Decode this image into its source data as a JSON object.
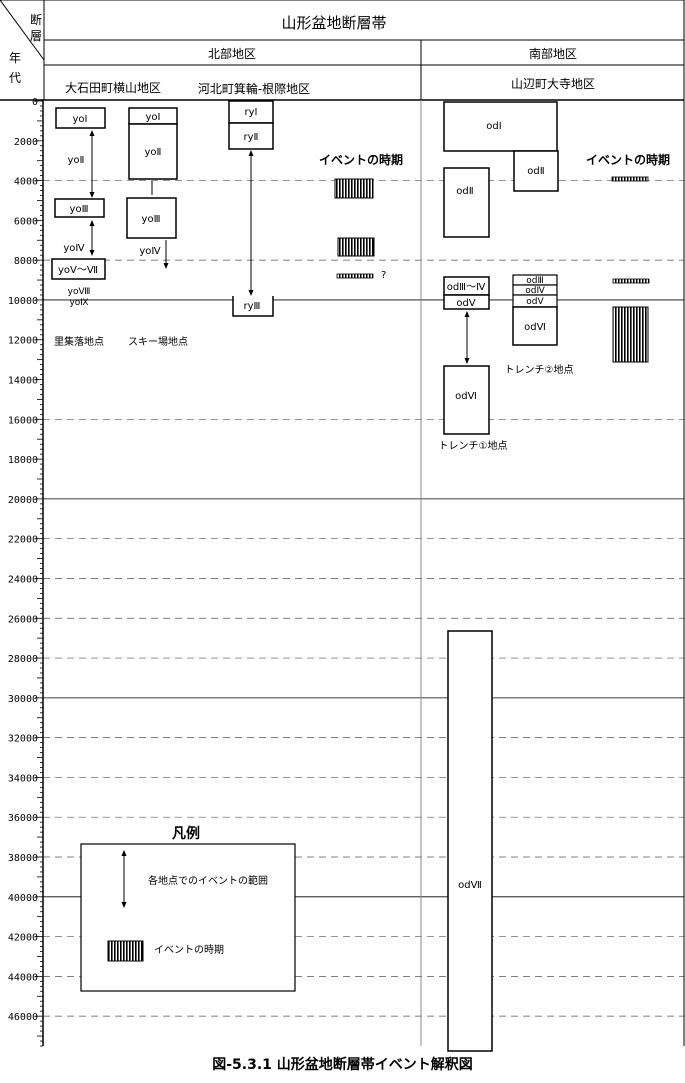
{
  "header": {
    "corner_top": "断層",
    "corner_bottom": "年代",
    "title": "山形盆地断層帯",
    "north_region": "北部地区",
    "south_region": "南部地区",
    "north_sub1": "大石田町横山地区",
    "north_sub2": "河北町箕輪-根際地区",
    "south_sub": "山辺町大寺地区"
  },
  "axis": {
    "min": 0,
    "max": 47500,
    "ticks": [
      0,
      2000,
      4000,
      6000,
      8000,
      10000,
      12000,
      14000,
      16000,
      18000,
      20000,
      22000,
      24000,
      26000,
      28000,
      30000,
      32000,
      34000,
      36000,
      38000,
      40000,
      42000,
      44000,
      46000
    ],
    "tick_labels": [
      "0",
      "2000",
      "4000",
      "6000",
      "8000",
      "10000",
      "12000",
      "14000",
      "16000",
      "18000",
      "20000",
      "22000",
      "24000",
      "26000",
      "28000",
      "30000",
      "32000",
      "34000",
      "36000",
      "38000",
      "40000",
      "42000",
      "44000",
      "46000"
    ],
    "solid_lines": [
      10000,
      20000,
      30000,
      40000
    ],
    "dashed_lines": [
      4000,
      8000,
      16000,
      22000,
      24000,
      26000,
      28000,
      32000,
      34000,
      36000,
      38000,
      42000,
      44000,
      46000
    ]
  },
  "labels": {
    "event_period_north": "イベントの時期",
    "event_period_south": "イベントの時期",
    "question": "?",
    "site_village": "里集落地点",
    "site_ski": "スキー場地点",
    "site_trench2": "トレンチ②地点",
    "site_trench1": "トレンチ①地点"
  },
  "units": {
    "yo1": "yoⅠ",
    "yo2": "yoⅡ",
    "yo3": "yoⅢ",
    "yo4": "yoⅣ",
    "yo5_7": "yoⅤ～Ⅶ",
    "yo8": "yoⅧ",
    "yo9": "yoⅨ",
    "syo1": "yoⅠ",
    "syo2": "yoⅡ",
    "syo3": "yoⅢ",
    "syo4": "yoⅣ",
    "ry1": "ryⅠ",
    "ry2": "ryⅡ",
    "ry3": "ryⅢ",
    "od1": "odⅠ",
    "od2": "odⅡ",
    "od2b": "odⅡ",
    "od3_4": "odⅢ～Ⅳ",
    "od5": "odⅤ",
    "od6": "odⅥ",
    "tod3": "odⅢ",
    "tod4": "odⅣ",
    "tod5": "odⅤ",
    "tod6": "odⅥ",
    "od7": "odⅦ"
  },
  "legend": {
    "title": "凡例",
    "range_label": "各地点でのイベントの範囲",
    "period_label": "イベントの時期"
  },
  "caption": "図-5.3.1 山形盆地断層帯イベント解釈図"
}
